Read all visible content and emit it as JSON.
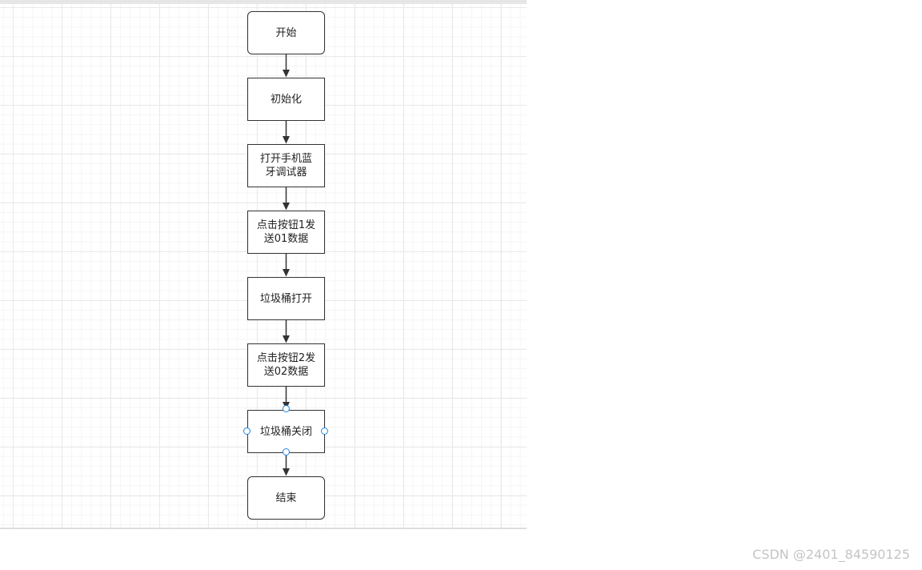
{
  "flowchart": {
    "nodes": [
      {
        "id": "start",
        "label": "开始",
        "shape": "terminal"
      },
      {
        "id": "init",
        "label": "初始化",
        "shape": "process"
      },
      {
        "id": "open-debugger",
        "label": "打开手机蓝\n牙调试器",
        "shape": "process"
      },
      {
        "id": "send-01",
        "label": "点击按钮1发\n送01数据",
        "shape": "process"
      },
      {
        "id": "bin-open",
        "label": "垃圾桶打开",
        "shape": "process"
      },
      {
        "id": "send-02",
        "label": "点击按钮2发\n送02数据",
        "shape": "process"
      },
      {
        "id": "bin-close",
        "label": "垃圾桶关闭",
        "shape": "process",
        "selected": true
      },
      {
        "id": "end",
        "label": "结束",
        "shape": "terminal"
      }
    ],
    "edges": [
      {
        "from": "start",
        "to": "init"
      },
      {
        "from": "init",
        "to": "open-debugger"
      },
      {
        "from": "open-debugger",
        "to": "send-01"
      },
      {
        "from": "send-01",
        "to": "bin-open"
      },
      {
        "from": "bin-open",
        "to": "send-02"
      },
      {
        "from": "send-02",
        "to": "bin-close"
      },
      {
        "from": "bin-close",
        "to": "end"
      }
    ]
  },
  "watermark": "CSDN @2401_84590125",
  "colors": {
    "node_border": "#333333",
    "selection_handle": "#1e88e5",
    "grid": "#e9e9e9"
  }
}
